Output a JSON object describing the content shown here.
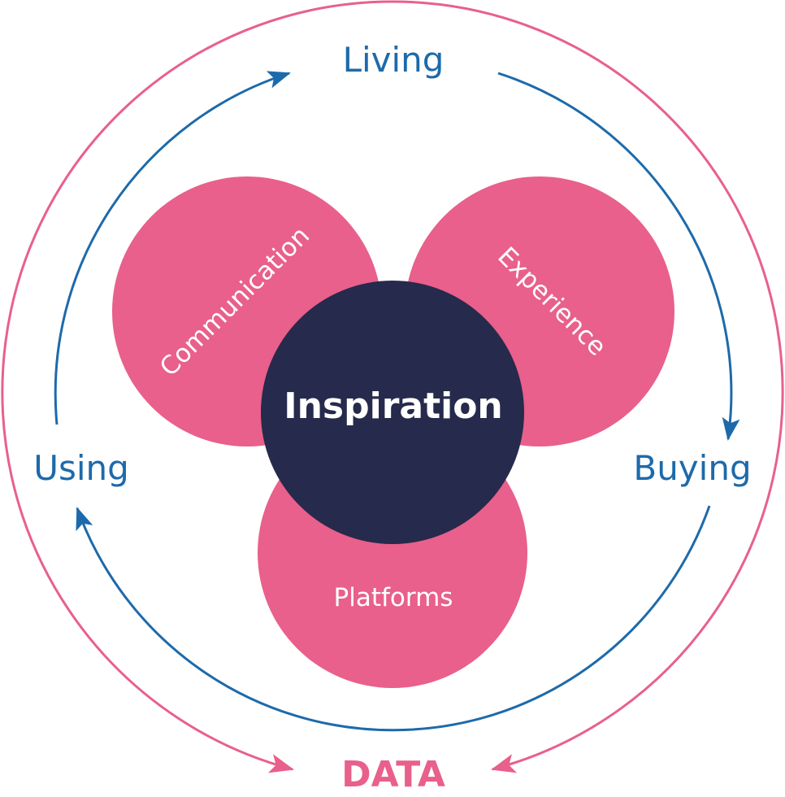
{
  "colors": {
    "pink": "#e8608b",
    "blue": "#1d6aaa",
    "dark": "#262a4c",
    "overlap": "#19365a"
  },
  "cycle": {
    "top": "Living",
    "right": "Buying",
    "left": "Using",
    "bottom": "DATA"
  },
  "circles": {
    "left": "Communication",
    "right": "Experience",
    "bottom": "Platforms",
    "center": "Inspiration"
  }
}
